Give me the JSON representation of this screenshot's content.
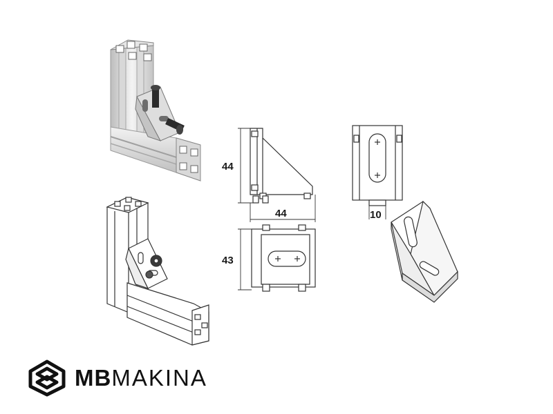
{
  "dimensions": {
    "side_height": "44",
    "side_width": "44",
    "top_depth": "43",
    "back_thickness": "10"
  },
  "brand": {
    "bold_part": "MB",
    "light_part": "MAKINA",
    "logo_icon": "mb-monogram-icon"
  },
  "colors": {
    "line": "#333333",
    "fill_light": "#f2f2f2",
    "fill_mid": "#e2e2e2",
    "fill_dark": "#c9c9c9"
  }
}
